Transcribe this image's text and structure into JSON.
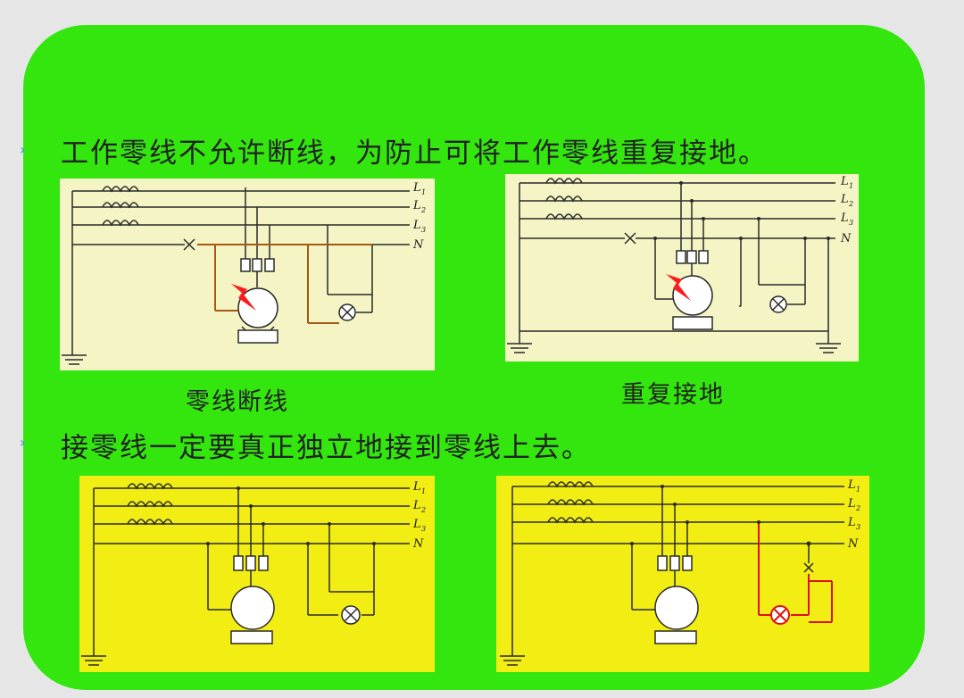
{
  "colors": {
    "panel": "#33e60d",
    "diagram_top": "#f4f4c4",
    "diagram_bottom": "#f2ee14",
    "wire": "#2a2a2a",
    "faulty_neutral": "#a55a12",
    "fault_arrow": "#ff1a1a",
    "wrong_wire": "#e01010"
  },
  "bullet_icon": "chevron-right-icon",
  "heading_1": "工作零线不允许断线，为防止可将工作零线重复接地。",
  "heading_2": "接零线一定要真正独立地接到零线上去。",
  "captions": {
    "neutral_break": "零线断线",
    "repeat_grounding": "重复接地"
  },
  "line_labels": {
    "l1": "L",
    "l1_sub": "1",
    "l2": "L",
    "l2_sub": "2",
    "l3": "L",
    "l3_sub": "3",
    "n": "N"
  }
}
